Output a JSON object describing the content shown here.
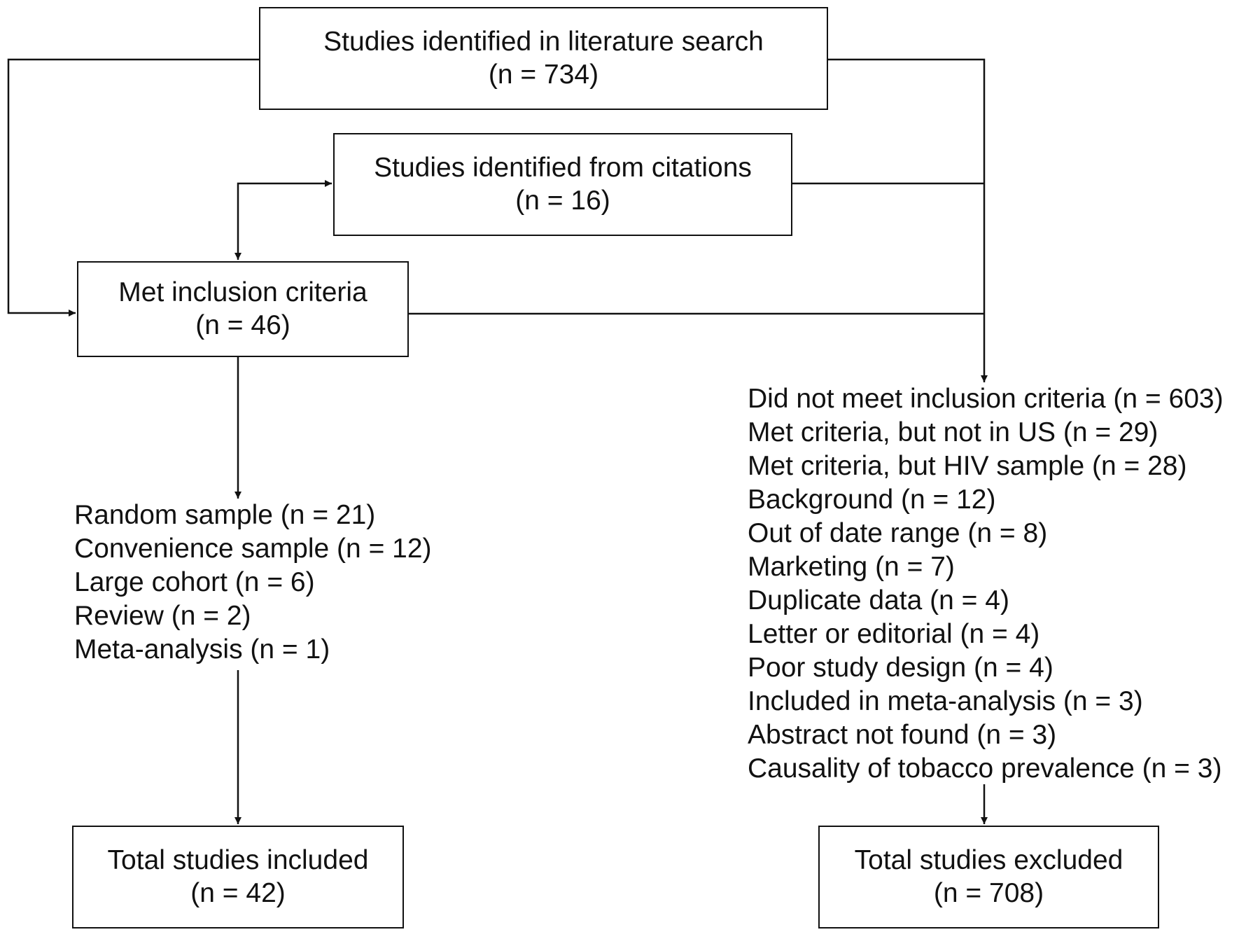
{
  "boxes": {
    "search": {
      "title": "Studies identified in literature search",
      "count": "(n = 734)"
    },
    "citations": {
      "title": "Studies identified from citations",
      "count": "(n = 16)"
    },
    "met_criteria": {
      "title": "Met inclusion criteria",
      "count": "(n = 46)"
    },
    "total_included": {
      "title": "Total studies included",
      "count": "(n = 42)"
    },
    "total_excluded": {
      "title": "Total studies excluded",
      "count": "(n = 708)"
    }
  },
  "included_breakdown": [
    "Random sample (n = 21)",
    "Convenience sample (n = 12)",
    "Large cohort (n = 6)",
    "Review (n = 2)",
    "Meta-analysis (n = 1)"
  ],
  "excluded_breakdown": [
    "Did not meet inclusion criteria (n = 603)",
    "Met criteria, but not in US (n = 29)",
    "Met criteria, but HIV sample (n = 28)",
    "Background (n = 12)",
    "Out of date range (n = 8)",
    "Marketing (n = 7)",
    "Duplicate data (n = 4)",
    "Letter or editorial (n = 4)",
    "Poor study design (n = 4)",
    "Included in meta-analysis (n = 3)",
    "Abstract not found (n = 3)",
    "Causality of tobacco prevalence (n = 3)"
  ],
  "colors": {
    "line": "#111111",
    "background": "#ffffff"
  }
}
